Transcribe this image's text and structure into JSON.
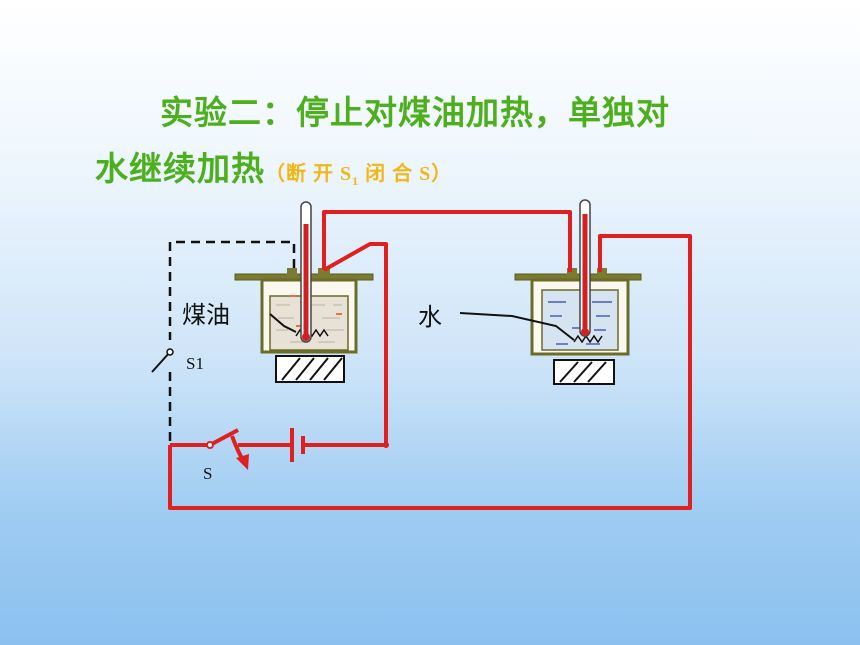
{
  "title": {
    "line1": "实验二：停止对煤油加热，单独对",
    "line2": "水继续加热",
    "note_open": "（断 开 S",
    "note_sub": "1",
    "note_close": " 闭 合 S）"
  },
  "labels": {
    "kerosene": "煤油",
    "water": "水",
    "switch_s1": "S1",
    "switch_s": "S"
  },
  "colors": {
    "title": "#4caf1c",
    "note": "#f2b615",
    "wire_active": "#e02020",
    "wire_inactive": "#111111",
    "container": "#6b6b2a",
    "kerosene_liquid": "#e8e2d6",
    "water_liquid": "#d6e3f1"
  }
}
